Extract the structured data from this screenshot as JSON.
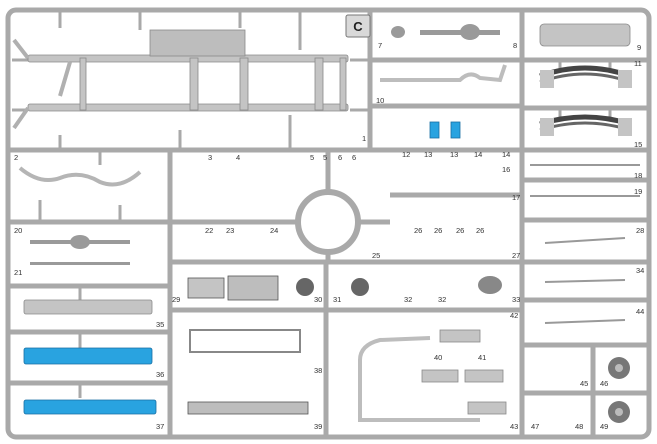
{
  "sheet": {
    "letter": "C",
    "colors": {
      "frame": "#a9a9a9",
      "frame_edge": "#8a8a8a",
      "part": "#c4c4c4",
      "part_dark": "#555555",
      "highlight": "#29a3e0",
      "highlight_edge": "#1a6fa3",
      "background": "#ffffff"
    }
  },
  "parts": [
    {
      "n": "1"
    },
    {
      "n": "2"
    },
    {
      "n": "3"
    },
    {
      "n": "4"
    },
    {
      "n": "5"
    },
    {
      "n": "5"
    },
    {
      "n": "6"
    },
    {
      "n": "6"
    },
    {
      "n": "7"
    },
    {
      "n": "8"
    },
    {
      "n": "9"
    },
    {
      "n": "10"
    },
    {
      "n": "11"
    },
    {
      "n": "12"
    },
    {
      "n": "13"
    },
    {
      "n": "13"
    },
    {
      "n": "14"
    },
    {
      "n": "14"
    },
    {
      "n": "15"
    },
    {
      "n": "16"
    },
    {
      "n": "17"
    },
    {
      "n": "18"
    },
    {
      "n": "19"
    },
    {
      "n": "20"
    },
    {
      "n": "21"
    },
    {
      "n": "22"
    },
    {
      "n": "23"
    },
    {
      "n": "24"
    },
    {
      "n": "25"
    },
    {
      "n": "26"
    },
    {
      "n": "26"
    },
    {
      "n": "26"
    },
    {
      "n": "26"
    },
    {
      "n": "27"
    },
    {
      "n": "28"
    },
    {
      "n": "29"
    },
    {
      "n": "30"
    },
    {
      "n": "31"
    },
    {
      "n": "32"
    },
    {
      "n": "32"
    },
    {
      "n": "33"
    },
    {
      "n": "34"
    },
    {
      "n": "35"
    },
    {
      "n": "36"
    },
    {
      "n": "37"
    },
    {
      "n": "38"
    },
    {
      "n": "39"
    },
    {
      "n": "40"
    },
    {
      "n": "41"
    },
    {
      "n": "42"
    },
    {
      "n": "43"
    },
    {
      "n": "44"
    },
    {
      "n": "45"
    },
    {
      "n": "46"
    },
    {
      "n": "47"
    },
    {
      "n": "48"
    },
    {
      "n": "49"
    }
  ]
}
